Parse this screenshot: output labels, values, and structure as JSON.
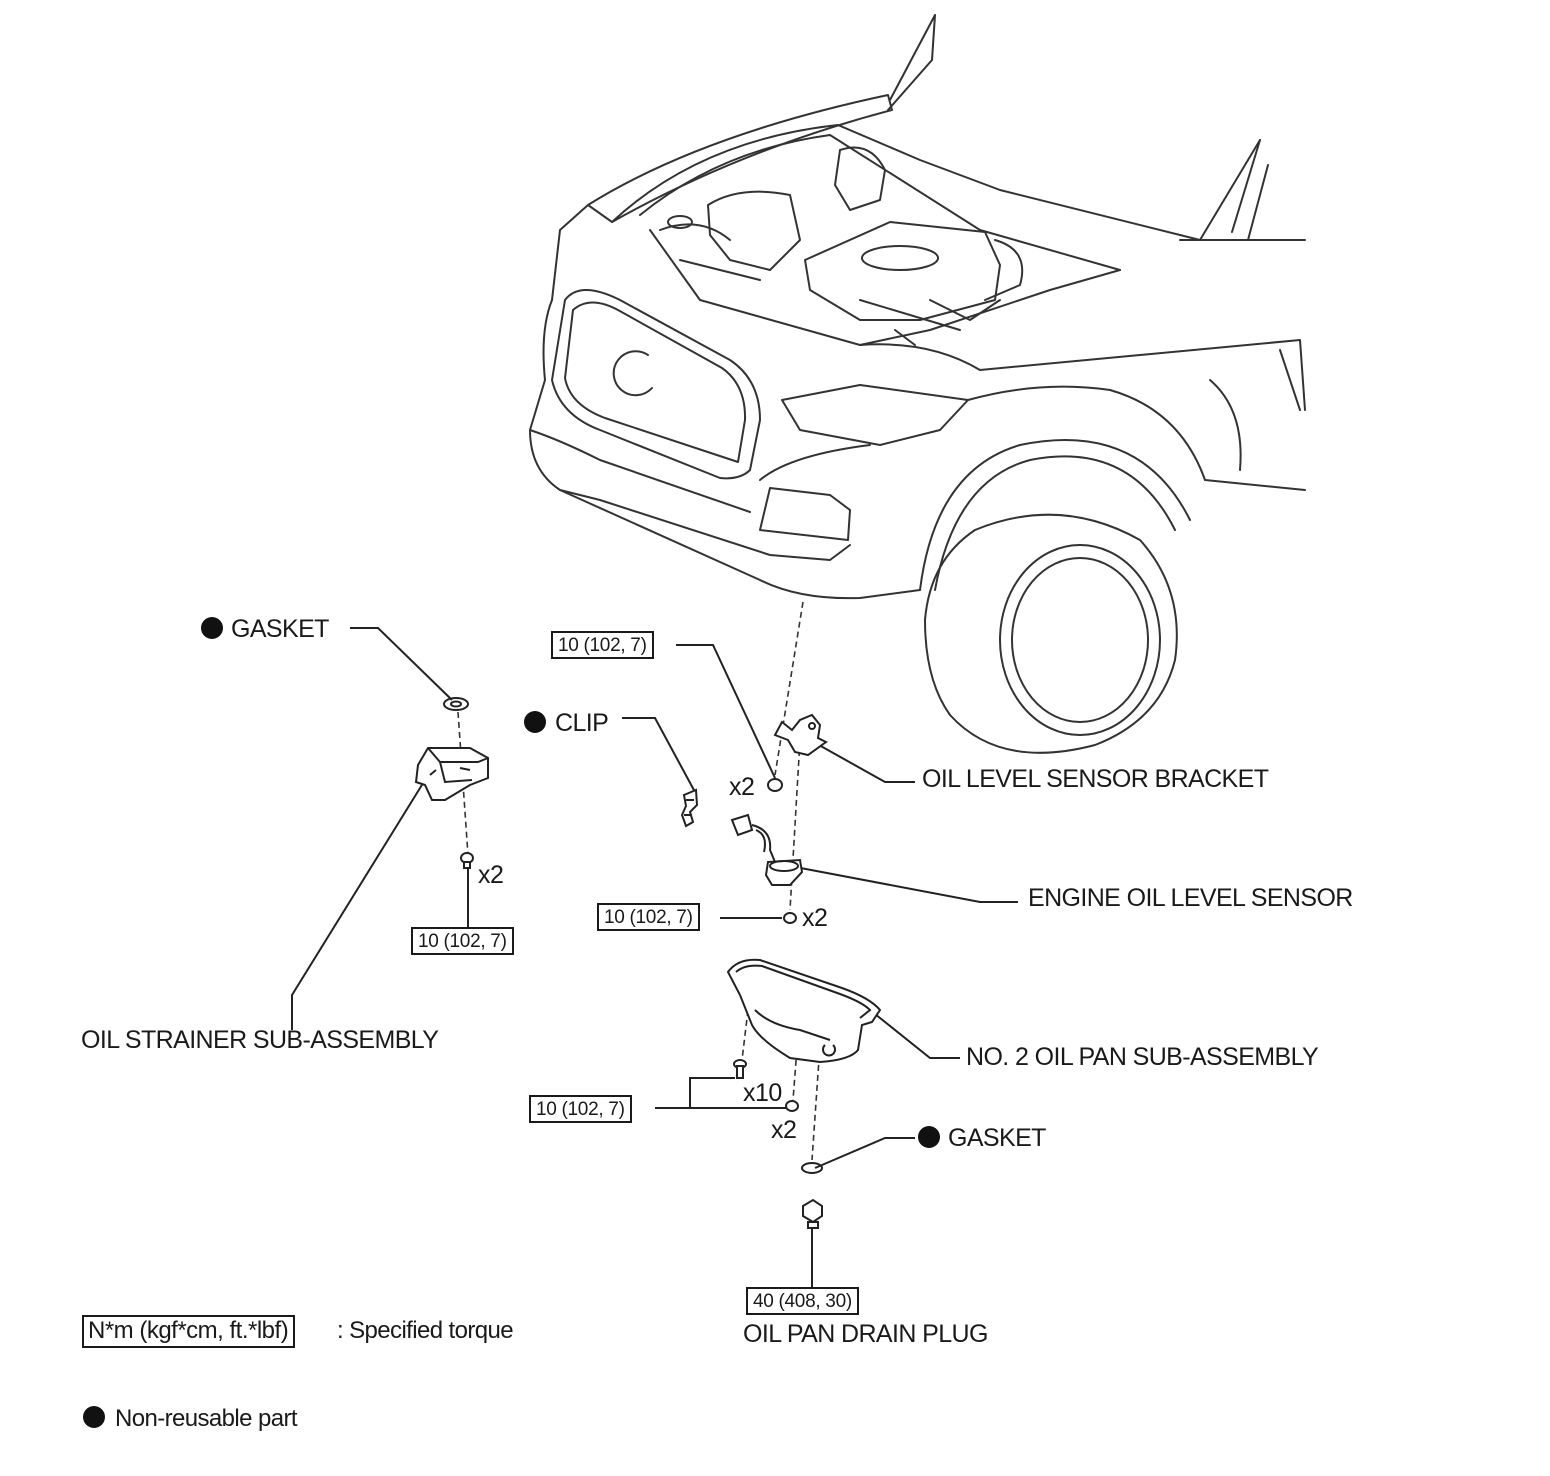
{
  "labels": {
    "gasket_top": "GASKET",
    "clip": "CLIP",
    "oil_level_sensor_bracket": "OIL LEVEL SENSOR BRACKET",
    "engine_oil_level_sensor": "ENGINE OIL LEVEL SENSOR",
    "oil_strainer": "OIL STRAINER SUB-ASSEMBLY",
    "no2_oil_pan": "NO. 2 OIL PAN SUB-ASSEMBLY",
    "gasket_bottom": "GASKET",
    "drain_plug": "OIL PAN DRAIN PLUG"
  },
  "torques": {
    "bracket_bolt": "10 (102, 7)",
    "strainer_bolt": "10 (102, 7)",
    "sensor_bolt": "10 (102, 7)",
    "pan_bolts": "10 (102, 7)",
    "drain_plug": "40 (408, 30)"
  },
  "quantities": {
    "strainer": "x2",
    "bracket": "x2",
    "sensor": "x2",
    "pan_bolts": "x10",
    "pan_nuts": "x2"
  },
  "legend": {
    "torque_box": "N*m (kgf*cm, ft.*lbf)",
    "torque_desc": ": Specified torque",
    "nonreusable_desc": "Non-reusable part"
  }
}
